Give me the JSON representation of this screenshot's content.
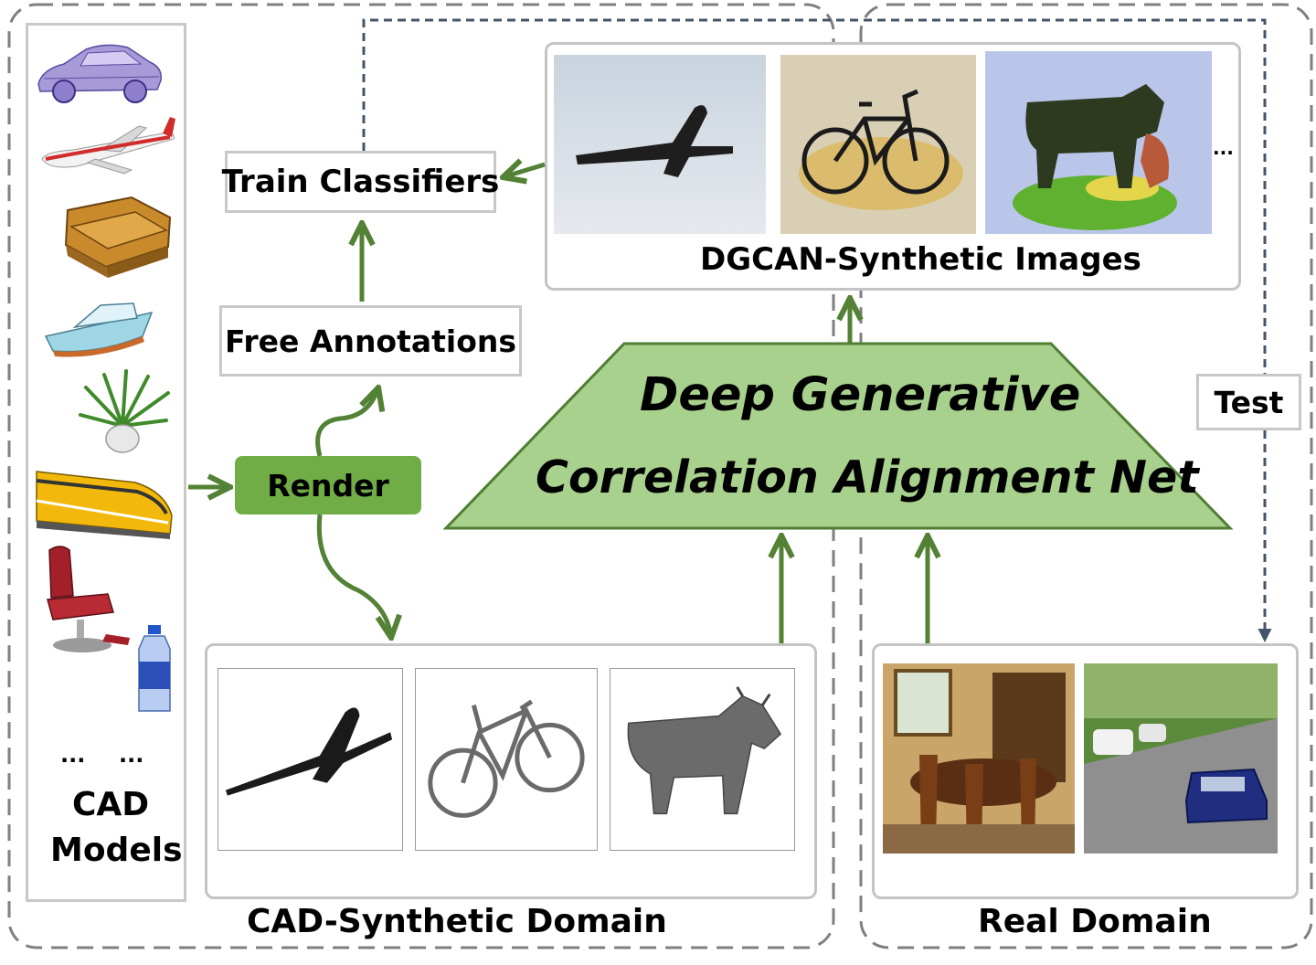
{
  "domains": {
    "cad_synthetic": "CAD-Synthetic Domain",
    "real": "Real Domain"
  },
  "cad_models": {
    "ellipsis_1": "...",
    "ellipsis_2": "...",
    "label_line1": "CAD",
    "label_line2": "Models",
    "items": [
      "car",
      "airplane",
      "sofa",
      "boat",
      "potted-plant",
      "train",
      "chair",
      "bottle"
    ]
  },
  "steps": {
    "train_classifiers": "Train Classifiers",
    "free_annotations": "Free Annotations",
    "render": "Render",
    "test": "Test"
  },
  "network": {
    "line1": "Deep Generative",
    "line2": "Correlation Alignment Net"
  },
  "dgcan": {
    "label": "DGCAN-Synthetic Images",
    "ellipsis": "...",
    "images": [
      "aeroplane",
      "bicycle",
      "cow"
    ]
  },
  "cad_synthetic_images": [
    "aeroplane",
    "bicycle",
    "cow"
  ],
  "real_images": [
    "dining-room",
    "street-cars"
  ],
  "colors": {
    "arrow_green": "#538135",
    "render_fill": "#70ad47",
    "trapezoid_fill": "#a9d18e",
    "trapezoid_stroke": "#507e32",
    "dashed_outer": "#7f7f7f",
    "dashed_test": "#44546a"
  }
}
